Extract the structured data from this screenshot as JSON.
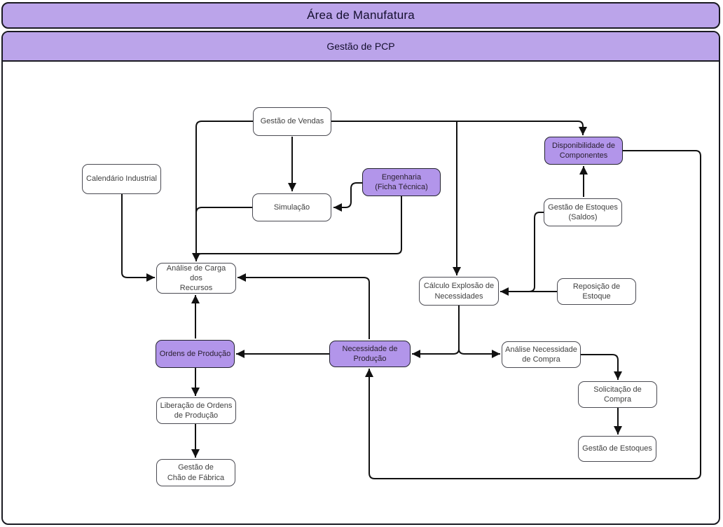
{
  "header": {
    "area_title": "Área de Manufatura",
    "lane_title": "Gestão de PCP"
  },
  "colors": {
    "purple-header": "#bba4ea",
    "purple-node": "#b295ea",
    "node-border": "#4a4a52",
    "accent-node-border": "#23232e",
    "line": "#111111",
    "header-text": "#140f2e",
    "node-text": "#3f3f3f",
    "accent-node-text": "#2a2030"
  },
  "nodes": [
    {
      "id": "gestao-de-vendas",
      "label": "Gestão de Vendas",
      "highlighted": false
    },
    {
      "id": "calendario-industrial",
      "label": "Calendário Industrial",
      "highlighted": false
    },
    {
      "id": "engenharia",
      "label": "Engenharia\n(Ficha Técnica)",
      "highlighted": true
    },
    {
      "id": "simulacao",
      "label": "Simulação",
      "highlighted": false
    },
    {
      "id": "disponibilidade",
      "label": "Disponibilidade de\nComponentes",
      "highlighted": true
    },
    {
      "id": "gestao-estoques-saldos",
      "label": "Gestão de Estoques\n(Saldos)",
      "highlighted": false
    },
    {
      "id": "analise-carga",
      "label": "Análise de Carga dos\nRecursos",
      "highlighted": false
    },
    {
      "id": "calculo-explosao",
      "label": "Cálculo Explosão de\nNecessidades",
      "highlighted": false
    },
    {
      "id": "reposicao-estoque",
      "label": "Reposição de Estoque",
      "highlighted": false
    },
    {
      "id": "ordens-producao",
      "label": "Ordens de Produção",
      "highlighted": true
    },
    {
      "id": "necessidade-producao",
      "label": "Necessidade de\nProdução",
      "highlighted": true
    },
    {
      "id": "analise-necessidade-compra",
      "label": "Análise Necessidade\nde Compra",
      "highlighted": false
    },
    {
      "id": "solicitacao-compra",
      "label": "Solicitação de Compra",
      "highlighted": false
    },
    {
      "id": "gestao-estoques",
      "label": "Gestão de Estoques",
      "highlighted": false
    },
    {
      "id": "liberacao-ordens",
      "label": "Liberação de Ordens\nde Produção",
      "highlighted": false
    },
    {
      "id": "gestao-chao-fabrica",
      "label": "Gestão de\nChão de Fábrica",
      "highlighted": false
    }
  ],
  "edges": [
    "Gestão de Vendas → Simulação",
    "Gestão de Vendas → Análise de Carga dos Recursos",
    "Gestão de Vendas → Cálculo Explosão de Necessidades",
    "Gestão de Vendas → Disponibilidade de Componentes",
    "Engenharia (Ficha Técnica) → Simulação",
    "Engenharia (Ficha Técnica) → Análise de Carga dos Recursos",
    "Simulação → Análise de Carga dos Recursos",
    "Calendário Industrial → Análise de Carga dos Recursos",
    "Necessidade de Produção → Análise de Carga dos Recursos",
    "Ordens de Produção → Análise de Carga dos Recursos",
    "Gestão de Estoques (Saldos) → Disponibilidade de Componentes",
    "Gestão de Estoques (Saldos) → Cálculo Explosão de Necessidades",
    "Reposição de Estoque → Cálculo Explosão de Necessidades",
    "Cálculo Explosão de Necessidades → Necessidade de Produção",
    "Cálculo Explosão de Necessidades → Análise Necessidade de Compra",
    "Necessidade de Produção → Ordens de Produção",
    "Ordens de Produção → Liberação de Ordens de Produção",
    "Liberação de Ordens de Produção → Gestão de Chão de Fábrica",
    "Análise Necessidade de Compra → Solicitação de Compra",
    "Solicitação de Compra → Gestão de Estoques",
    "Disponibilidade de Componentes → Necessidade de Produção"
  ]
}
